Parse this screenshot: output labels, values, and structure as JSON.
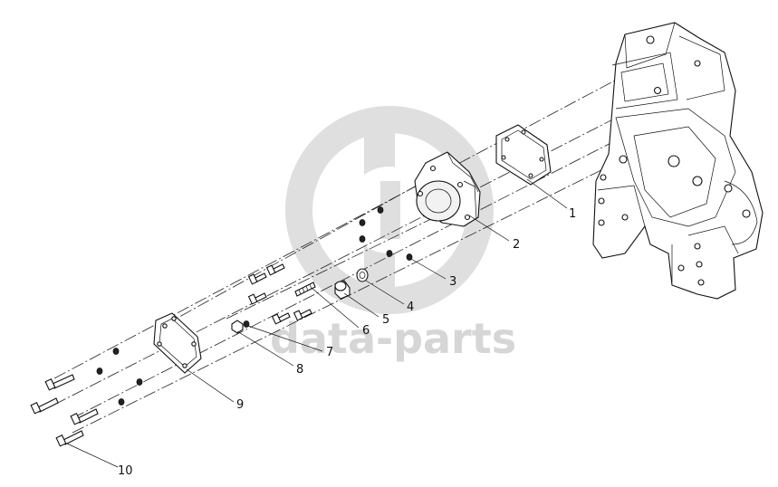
{
  "diagram": {
    "callouts": [
      {
        "id": "1",
        "label": "1"
      },
      {
        "id": "2",
        "label": "2"
      },
      {
        "id": "3",
        "label": "3"
      },
      {
        "id": "4",
        "label": "4"
      },
      {
        "id": "5",
        "label": "5"
      },
      {
        "id": "6",
        "label": "6"
      },
      {
        "id": "7",
        "label": "7"
      },
      {
        "id": "8",
        "label": "8"
      },
      {
        "id": "9",
        "label": "9"
      },
      {
        "id": "10",
        "label": "10"
      }
    ],
    "watermark": {
      "text": "data-parts",
      "color": "#d6d6d6"
    },
    "line_color": "#111111"
  }
}
